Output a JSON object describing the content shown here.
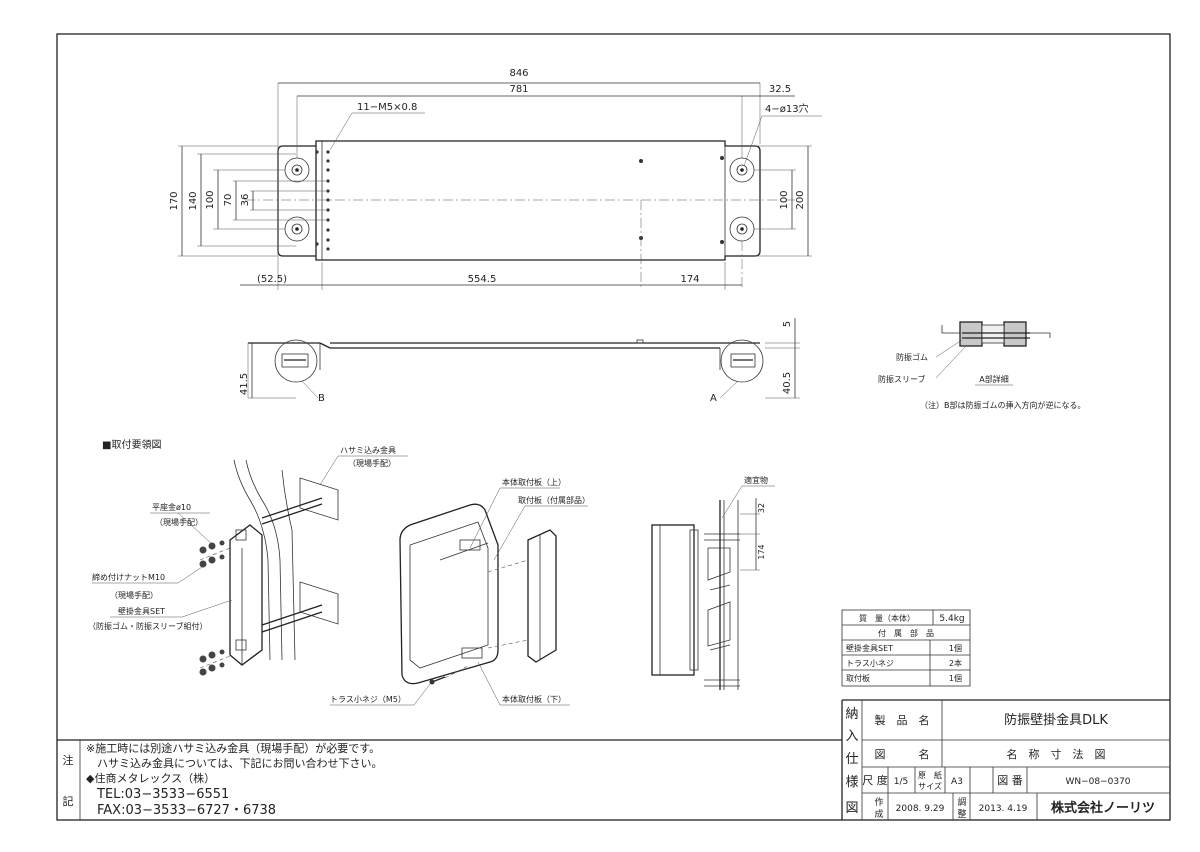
{
  "top_view": {
    "dims": {
      "overall": "846",
      "pitch": "781",
      "right_offset": "32.5",
      "tapped_holes": "11−M5×0.8",
      "mount_holes": "4−ø13穴",
      "h170": "170",
      "h140": "140",
      "h100": "100",
      "h70": "70",
      "h36": "36",
      "r100": "100",
      "r200": "200",
      "b525": "(52.5)",
      "b5545": "554.5",
      "b174": "174"
    }
  },
  "side_view": {
    "dims": {
      "t5": "5",
      "l415": "41.5",
      "r405": "40.5"
    },
    "callout_b": "B",
    "callout_a": "A"
  },
  "detail": {
    "rubber": "防振ゴム",
    "sleeve": "防振スリーブ",
    "title": "A部詳細",
    "note": "（注）B部は防振ゴムの挿入方向が逆になる。"
  },
  "install": {
    "heading": "■取付要領図",
    "hasami": "ハサミ込み金具",
    "hasami_sub": "（現場手配）",
    "washer": "平座金ø10",
    "washer_sub": "（現場手配）",
    "nut": "締め付けナットM10",
    "nut_sub": "（現場手配）",
    "bracket_set": "壁掛金具SET",
    "bracket_set_sub": "（防振ゴム・防振スリーブ組付）",
    "plate_top": "本体取付板（上）",
    "plate_attach": "取付板（付属部品）",
    "truss_screw": "トラス小ネジ（M5）",
    "plate_bottom": "本体取付板（下）",
    "suitable": "適宜物",
    "d32": "32",
    "d174": "174"
  },
  "parts": {
    "mass_label": "質　量（本体）",
    "mass_value": "5.4kg",
    "accessories_heading": "付　属　部　品",
    "items": [
      {
        "name": "壁掛金具SET",
        "qty": "1個"
      },
      {
        "name": "トラス小ネジ",
        "qty": "2本"
      },
      {
        "name": "取付板",
        "qty": "1個"
      }
    ]
  },
  "notes": {
    "side_title": [
      "注",
      "記"
    ],
    "lines": [
      "※施工時には別途ハサミ込み金具（現場手配）が必要です。",
      "ハサミ込み金具については、下記にお問い合わせ下さい。",
      "◆住商メタレックス（株）",
      "TEL:03−3533−6551",
      "FAX:03−3533−6727・6738"
    ]
  },
  "title_block": {
    "side_title": [
      "納",
      "入",
      "仕",
      "様",
      "図"
    ],
    "product_label": "製　品　名",
    "product_value": "防振壁掛金具DLK",
    "drawing_label": "図　　　名",
    "drawing_value": "名　称　寸　法　図",
    "scale_label": "尺 度",
    "scale_value": "1/5",
    "paper_label_1": "原　紙",
    "paper_label_2": "サイズ",
    "paper_value": "A3",
    "number_label": "図 番",
    "number_value": "WN−08−0370",
    "made_label_1": "作",
    "made_label_2": "成",
    "made_value": "2008. 9.29",
    "rev_label_1": "調",
    "rev_label_2": "整",
    "rev_value": "2013. 4.19",
    "company": "株式会社ノーリツ"
  }
}
